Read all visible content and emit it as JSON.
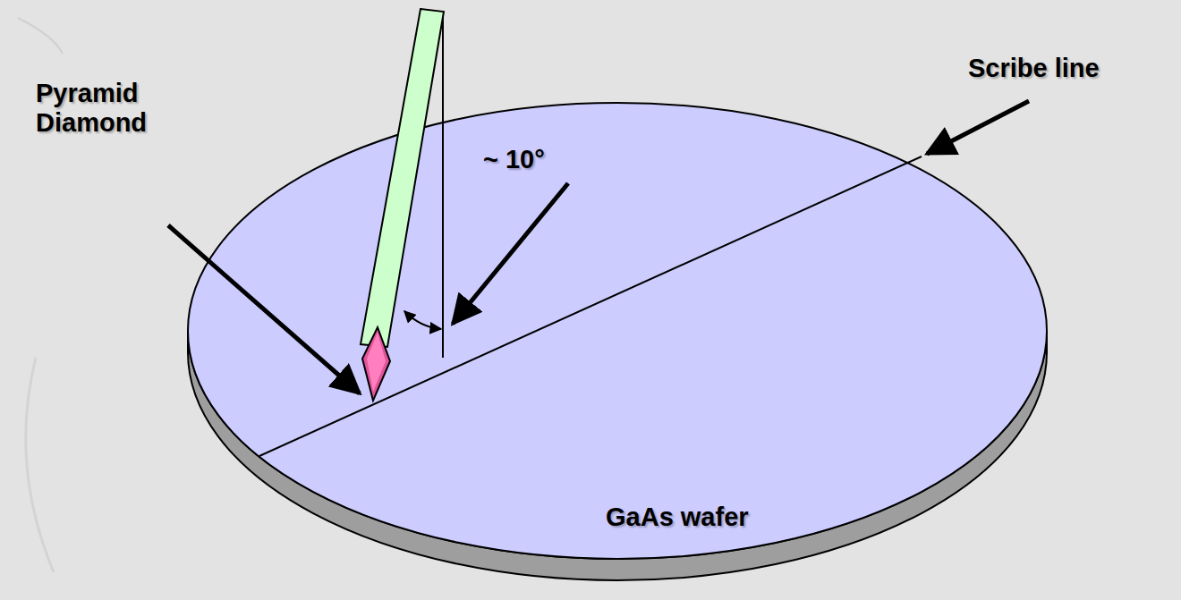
{
  "diagram": {
    "nodes": [
      {
        "text": [
          "GaAs wafer"
        ]
      }
    ],
    "labels": [
      "Pyramid Diamond",
      "~ 10°",
      "Scribe line"
    ]
  }
}
